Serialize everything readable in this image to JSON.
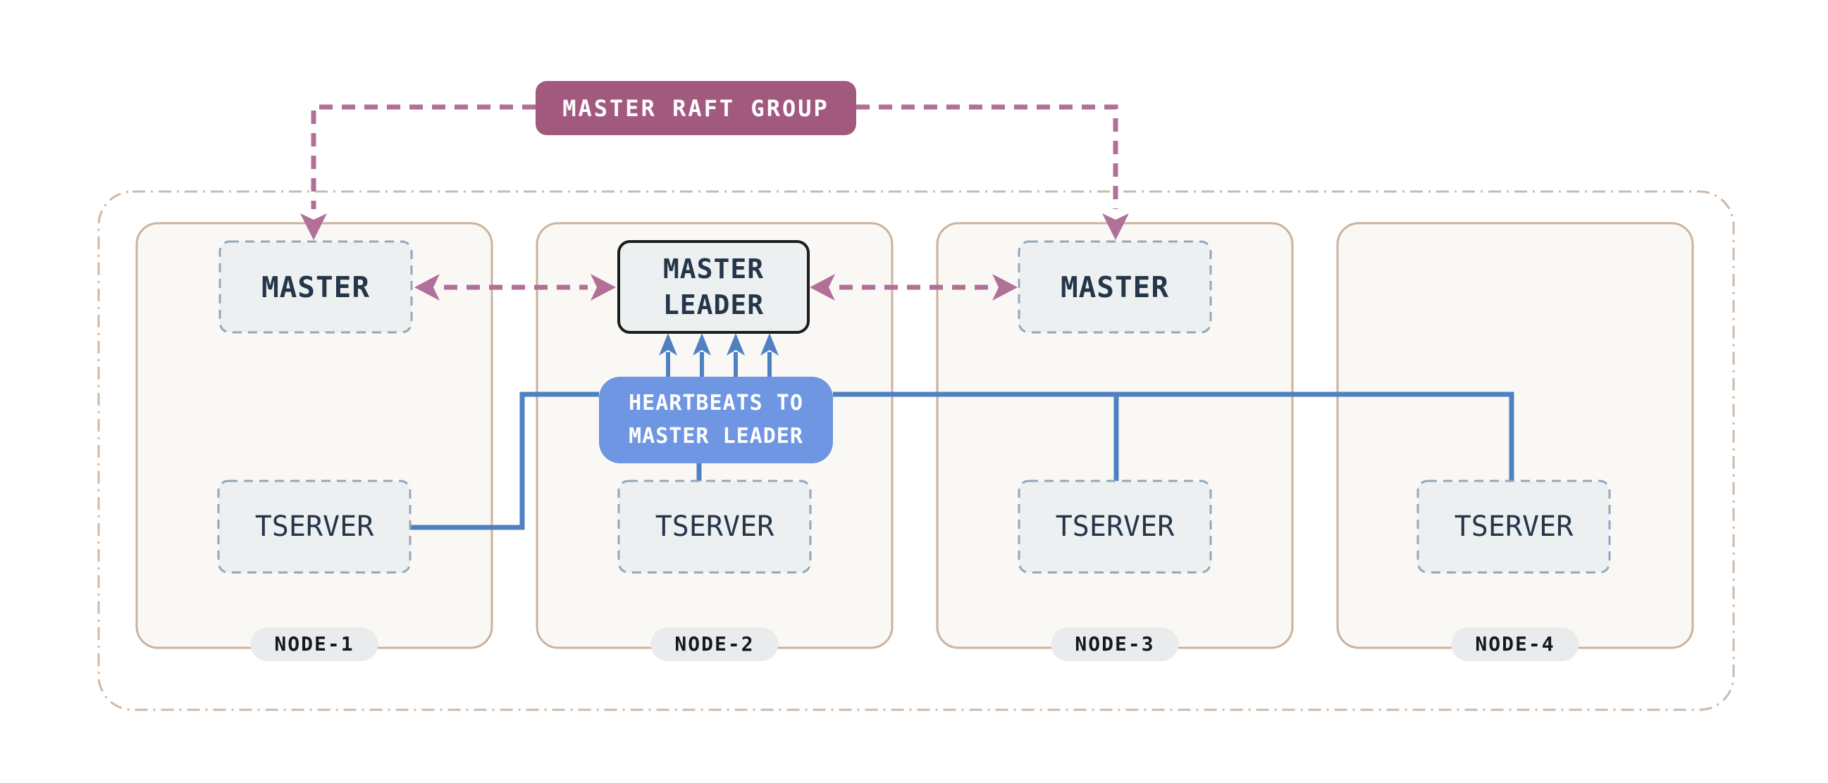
{
  "raft_group": {
    "label": "MASTER RAFT GROUP"
  },
  "heartbeats": {
    "label": "HEARTBEATS TO\nMASTER LEADER"
  },
  "nodes": [
    {
      "label": "NODE-1",
      "master": {
        "label": "MASTER"
      },
      "tserver": {
        "label": "TSERVER"
      }
    },
    {
      "label": "NODE-2",
      "master_leader": {
        "label": "MASTER\nLEADER"
      },
      "tserver": {
        "label": "TSERVER"
      }
    },
    {
      "label": "NODE-3",
      "master": {
        "label": "MASTER"
      },
      "tserver": {
        "label": "TSERVER"
      }
    },
    {
      "label": "NODE-4",
      "tserver": {
        "label": "TSERVER"
      }
    }
  ],
  "colors": {
    "raft_fill": "#a2597e",
    "raft_text": "#ffffff",
    "mauve_dash": "#b26f98",
    "blue_line": "#4f81c2",
    "heartbeat_fill": "#6e96e2",
    "heartbeat_text": "#ffffff",
    "node_fill": "#faf8f5",
    "node_border": "#cbb29d",
    "outer_border": "#cfb9a7",
    "box_fill": "#edf0f1",
    "box_dash_border": "#93a7ba",
    "leader_border": "#1c1c1c",
    "label_text": "#25364a",
    "pill_fill": "#eaebed",
    "pill_text": "#15181d"
  }
}
